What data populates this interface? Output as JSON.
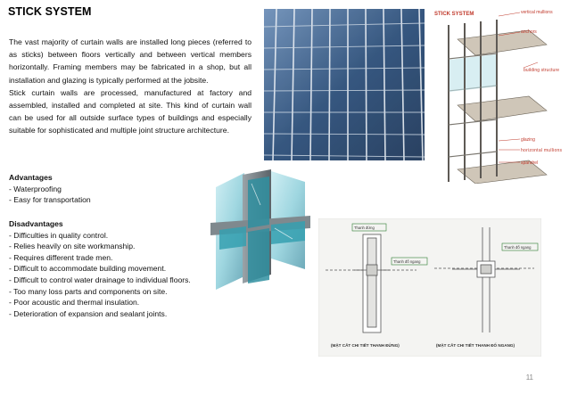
{
  "slide": {
    "title": "STICK SYSTEM",
    "paragraphs": [
      "The vast majority of curtain walls are installed long pieces (referred to as sticks) between floors vertically and between vertical members horizontally. Framing members may be fabricated in a shop, but all installation and glazing is typically performed at the jobsite.",
      "Stick curtain walls are processed, manufactured at factory and assembled, installed and completed at site. This kind of curtain wall can be used for all outside surface types of buildings and especially suitable for sophisticated and multiple joint structure architecture."
    ],
    "advantages": {
      "heading": "Advantages",
      "items": [
        "- Waterproofing",
        "- Easy for transportation"
      ]
    },
    "disadvantages": {
      "heading": "Disadvantages",
      "items": [
        "- Difficulties in quality control.",
        "- Relies heavily on site workmanship.",
        "- Requires different trade men.",
        "- Difficult to accommodate building movement.",
        "- Difficult to control water drainage to individual floors.",
        "- Too many loss parts and components on site.",
        "- Poor acoustic and thermal insulation.",
        "- Deterioration of expansion and sealant joints."
      ]
    },
    "diagram_top_right": {
      "title": "STICK SYSTEM",
      "labels": [
        "vertical mullions",
        "anchors",
        "building structure",
        "glazing",
        "horizontal mullions",
        "spandrel"
      ]
    },
    "section_drawing": {
      "labels": [
        "Thanh đứng",
        "Thanh đố ngang",
        "(MẶT CẮT CHI TIẾT THANH ĐỨNG)",
        "(MẶT CẮT CHI TIẾT THANH ĐỐ NGANG)"
      ]
    },
    "page_number": "11",
    "colors": {
      "glass": "#7fc9d6",
      "glass_dark": "#3f8fa3",
      "building_sky": "#2a4d78",
      "diagram_label": "#c0392b"
    }
  }
}
